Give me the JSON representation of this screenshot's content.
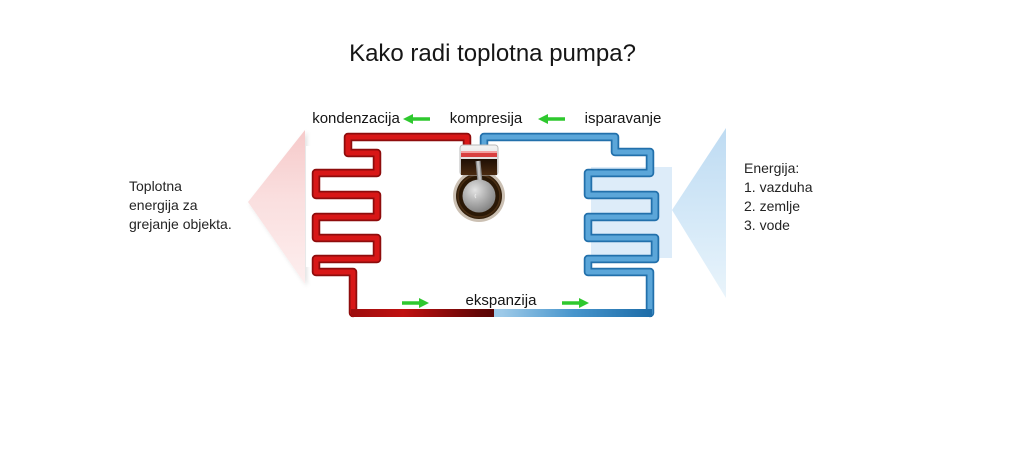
{
  "title": "Kako radi toplotna pumpa?",
  "diagram": {
    "process_labels": {
      "condensation": "kondenzacija",
      "compression": "kompresija",
      "evaporation": "isparavanje",
      "expansion": "ekspanzija"
    },
    "left_note": {
      "lines": [
        "Toplotna",
        "energija za",
        "grejanje objekta."
      ]
    },
    "right_note": {
      "heading": "Energija:",
      "items": [
        "1. vazduha",
        "2. zemlje",
        "3. vode"
      ]
    },
    "icons": {
      "flow_arrows_top": "green arrows pointing left",
      "flow_arrows_bottom": "green arrows pointing right",
      "heat_output_arrow": "large pink arrow pointing left",
      "energy_input_arrow": "large light-blue arrow pointing left",
      "compressor": "piston compressor bulb"
    },
    "colors": {
      "hot_pipe": "#c41212",
      "hot_pipe_dark": "#8e0c0c",
      "cold_pipe": "#5ba6d9",
      "cold_pipe_dark": "#2270ab",
      "flow_arrow_green": "#2ec82e",
      "heat_arrow_pink": "#f7d3d3",
      "energy_arrow_blue": "#c8e0f4",
      "text": "#1a1a1a"
    }
  }
}
